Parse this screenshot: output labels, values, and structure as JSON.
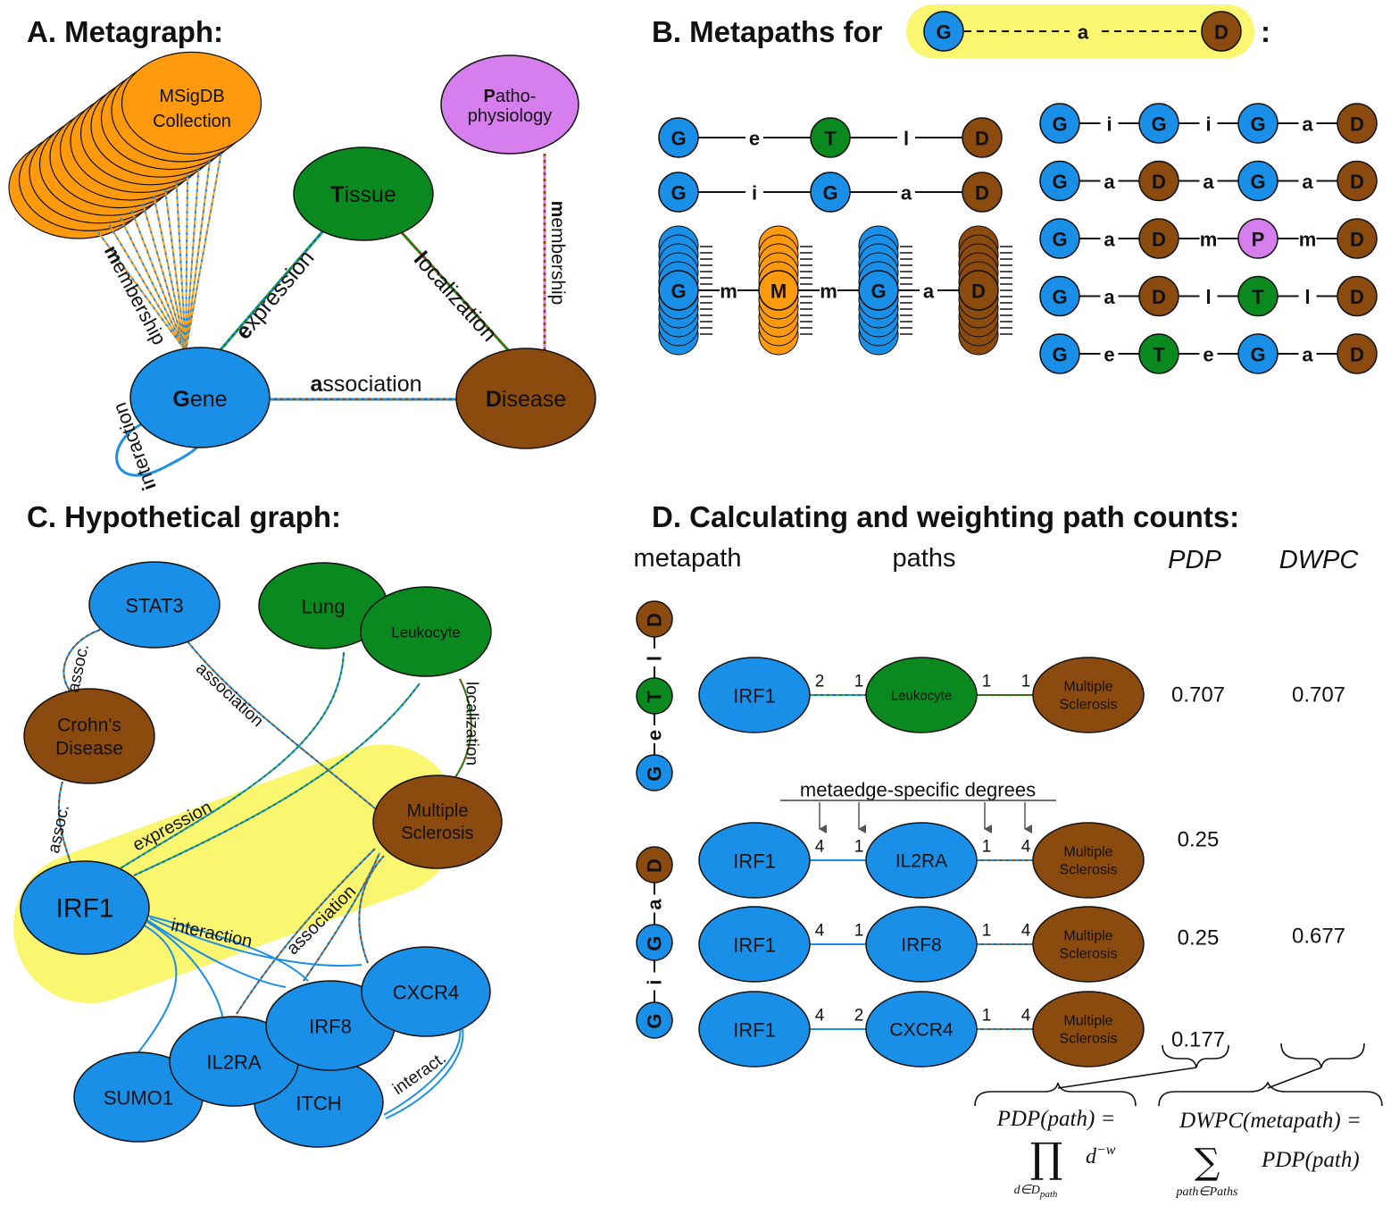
{
  "colors": {
    "gene": "#1a8fe8",
    "disease": "#8b4a0e",
    "tissue": "#0a8a1e",
    "msigdb": "#ff9a0f",
    "patho": "#d67eed",
    "highlight": "#fbf66f",
    "stroke": "#111111"
  },
  "panelA": {
    "title": "A. Metagraph:",
    "nodes": {
      "msigdb_line1": "MSigDB",
      "msigdb_line2": "Collection",
      "patho_bold": "P",
      "patho_rest1": "atho-",
      "patho_line2": "physiology",
      "tissue_bold": "T",
      "tissue_rest": "issue",
      "gene_bold": "G",
      "gene_rest": "ene",
      "disease_bold": "D",
      "disease_rest": "isease"
    },
    "edges": {
      "membership_left_bold": "m",
      "membership_left_rest": "embership",
      "membership_right_bold": "m",
      "membership_right_rest": "embership",
      "expression_bold": "e",
      "expression_rest": "xpression",
      "localization_bold": "l",
      "localization_rest": "ocalization",
      "association_bold": "a",
      "association_rest": "ssociation",
      "interaction_bold": "i",
      "interaction_rest": "nteraction"
    }
  },
  "panelB": {
    "title": "B. Metapaths for",
    "colon": ":",
    "title_metapath": [
      "G",
      "a",
      "D"
    ],
    "left_metapaths": [
      [
        "G",
        "e",
        "T",
        "l",
        "D"
      ],
      [
        "G",
        "i",
        "G",
        "a",
        "D"
      ],
      [
        "G",
        "m",
        "M",
        "m",
        "G",
        "a",
        "D"
      ]
    ],
    "right_metapaths": [
      [
        "G",
        "i",
        "G",
        "i",
        "G",
        "a",
        "D"
      ],
      [
        "G",
        "a",
        "D",
        "a",
        "G",
        "a",
        "D"
      ],
      [
        "G",
        "a",
        "D",
        "m",
        "P",
        "m",
        "D"
      ],
      [
        "G",
        "a",
        "D",
        "l",
        "T",
        "l",
        "D"
      ],
      [
        "G",
        "e",
        "T",
        "e",
        "G",
        "a",
        "D"
      ]
    ]
  },
  "panelC": {
    "title": "C. Hypothetical graph:",
    "nodes": {
      "stat3": "STAT3",
      "lung": "Lung",
      "leukocyte": "Leukocyte",
      "crohns_1": "Crohn's",
      "crohns_2": "Disease",
      "ms_1": "Multiple",
      "ms_2": "Sclerosis",
      "irf1": "IRF1",
      "cxcr4": "CXCR4",
      "irf8": "IRF8",
      "il2ra": "IL2RA",
      "sumo1": "SUMO1",
      "itch": "ITCH"
    },
    "edges": {
      "assoc_top": "assoc.",
      "association_stat3": "association",
      "localization": "localization",
      "assoc_bottom": "assoc.",
      "expression": "expression",
      "association_ms": "association",
      "interaction": "interaction",
      "interact": "interact."
    }
  },
  "panelD": {
    "title": "D. Calculating and weighting path counts:",
    "headers": {
      "metapath": "metapath",
      "paths": "paths",
      "pdp": "PDP",
      "dwpc": "DWPC"
    },
    "vertical_metapath_1": [
      "G",
      "e",
      "T",
      "l",
      "D"
    ],
    "vertical_metapath_2": [
      "G",
      "i",
      "G",
      "a",
      "D"
    ],
    "degrees_label": "metaedge-specific degrees",
    "path_rows": [
      {
        "source": "IRF1",
        "mid": "Leukocyte",
        "target_1": "Multiple",
        "target_2": "Sclerosis",
        "degrees": [
          "2",
          "1",
          "1",
          "1"
        ],
        "pdp": "0.707"
      },
      {
        "source": "IRF1",
        "mid": "IL2RA",
        "target_1": "Multiple",
        "target_2": "Sclerosis",
        "degrees": [
          "4",
          "1",
          "1",
          "4"
        ],
        "pdp": "0.25"
      },
      {
        "source": "IRF1",
        "mid": "IRF8",
        "target_1": "Multiple",
        "target_2": "Sclerosis",
        "degrees": [
          "4",
          "1",
          "1",
          "4"
        ],
        "pdp": "0.25"
      },
      {
        "source": "IRF1",
        "mid": "CXCR4",
        "target_1": "Multiple",
        "target_2": "Sclerosis",
        "degrees": [
          "4",
          "2",
          "1",
          "4"
        ],
        "pdp": "0.177"
      }
    ],
    "dwpc_values": [
      "0.707",
      "0.677"
    ],
    "formulas": {
      "pdp_lhs": "PDP(path) =",
      "pdp_op": "∏",
      "pdp_sub": "d∈D",
      "pdp_subsub": "path",
      "pdp_term": "d",
      "pdp_exp": "−w",
      "dwpc_lhs": "DWPC(metapath) =",
      "dwpc_op": "∑",
      "dwpc_sub": "path∈Paths",
      "dwpc_term": "PDP(path)"
    }
  }
}
